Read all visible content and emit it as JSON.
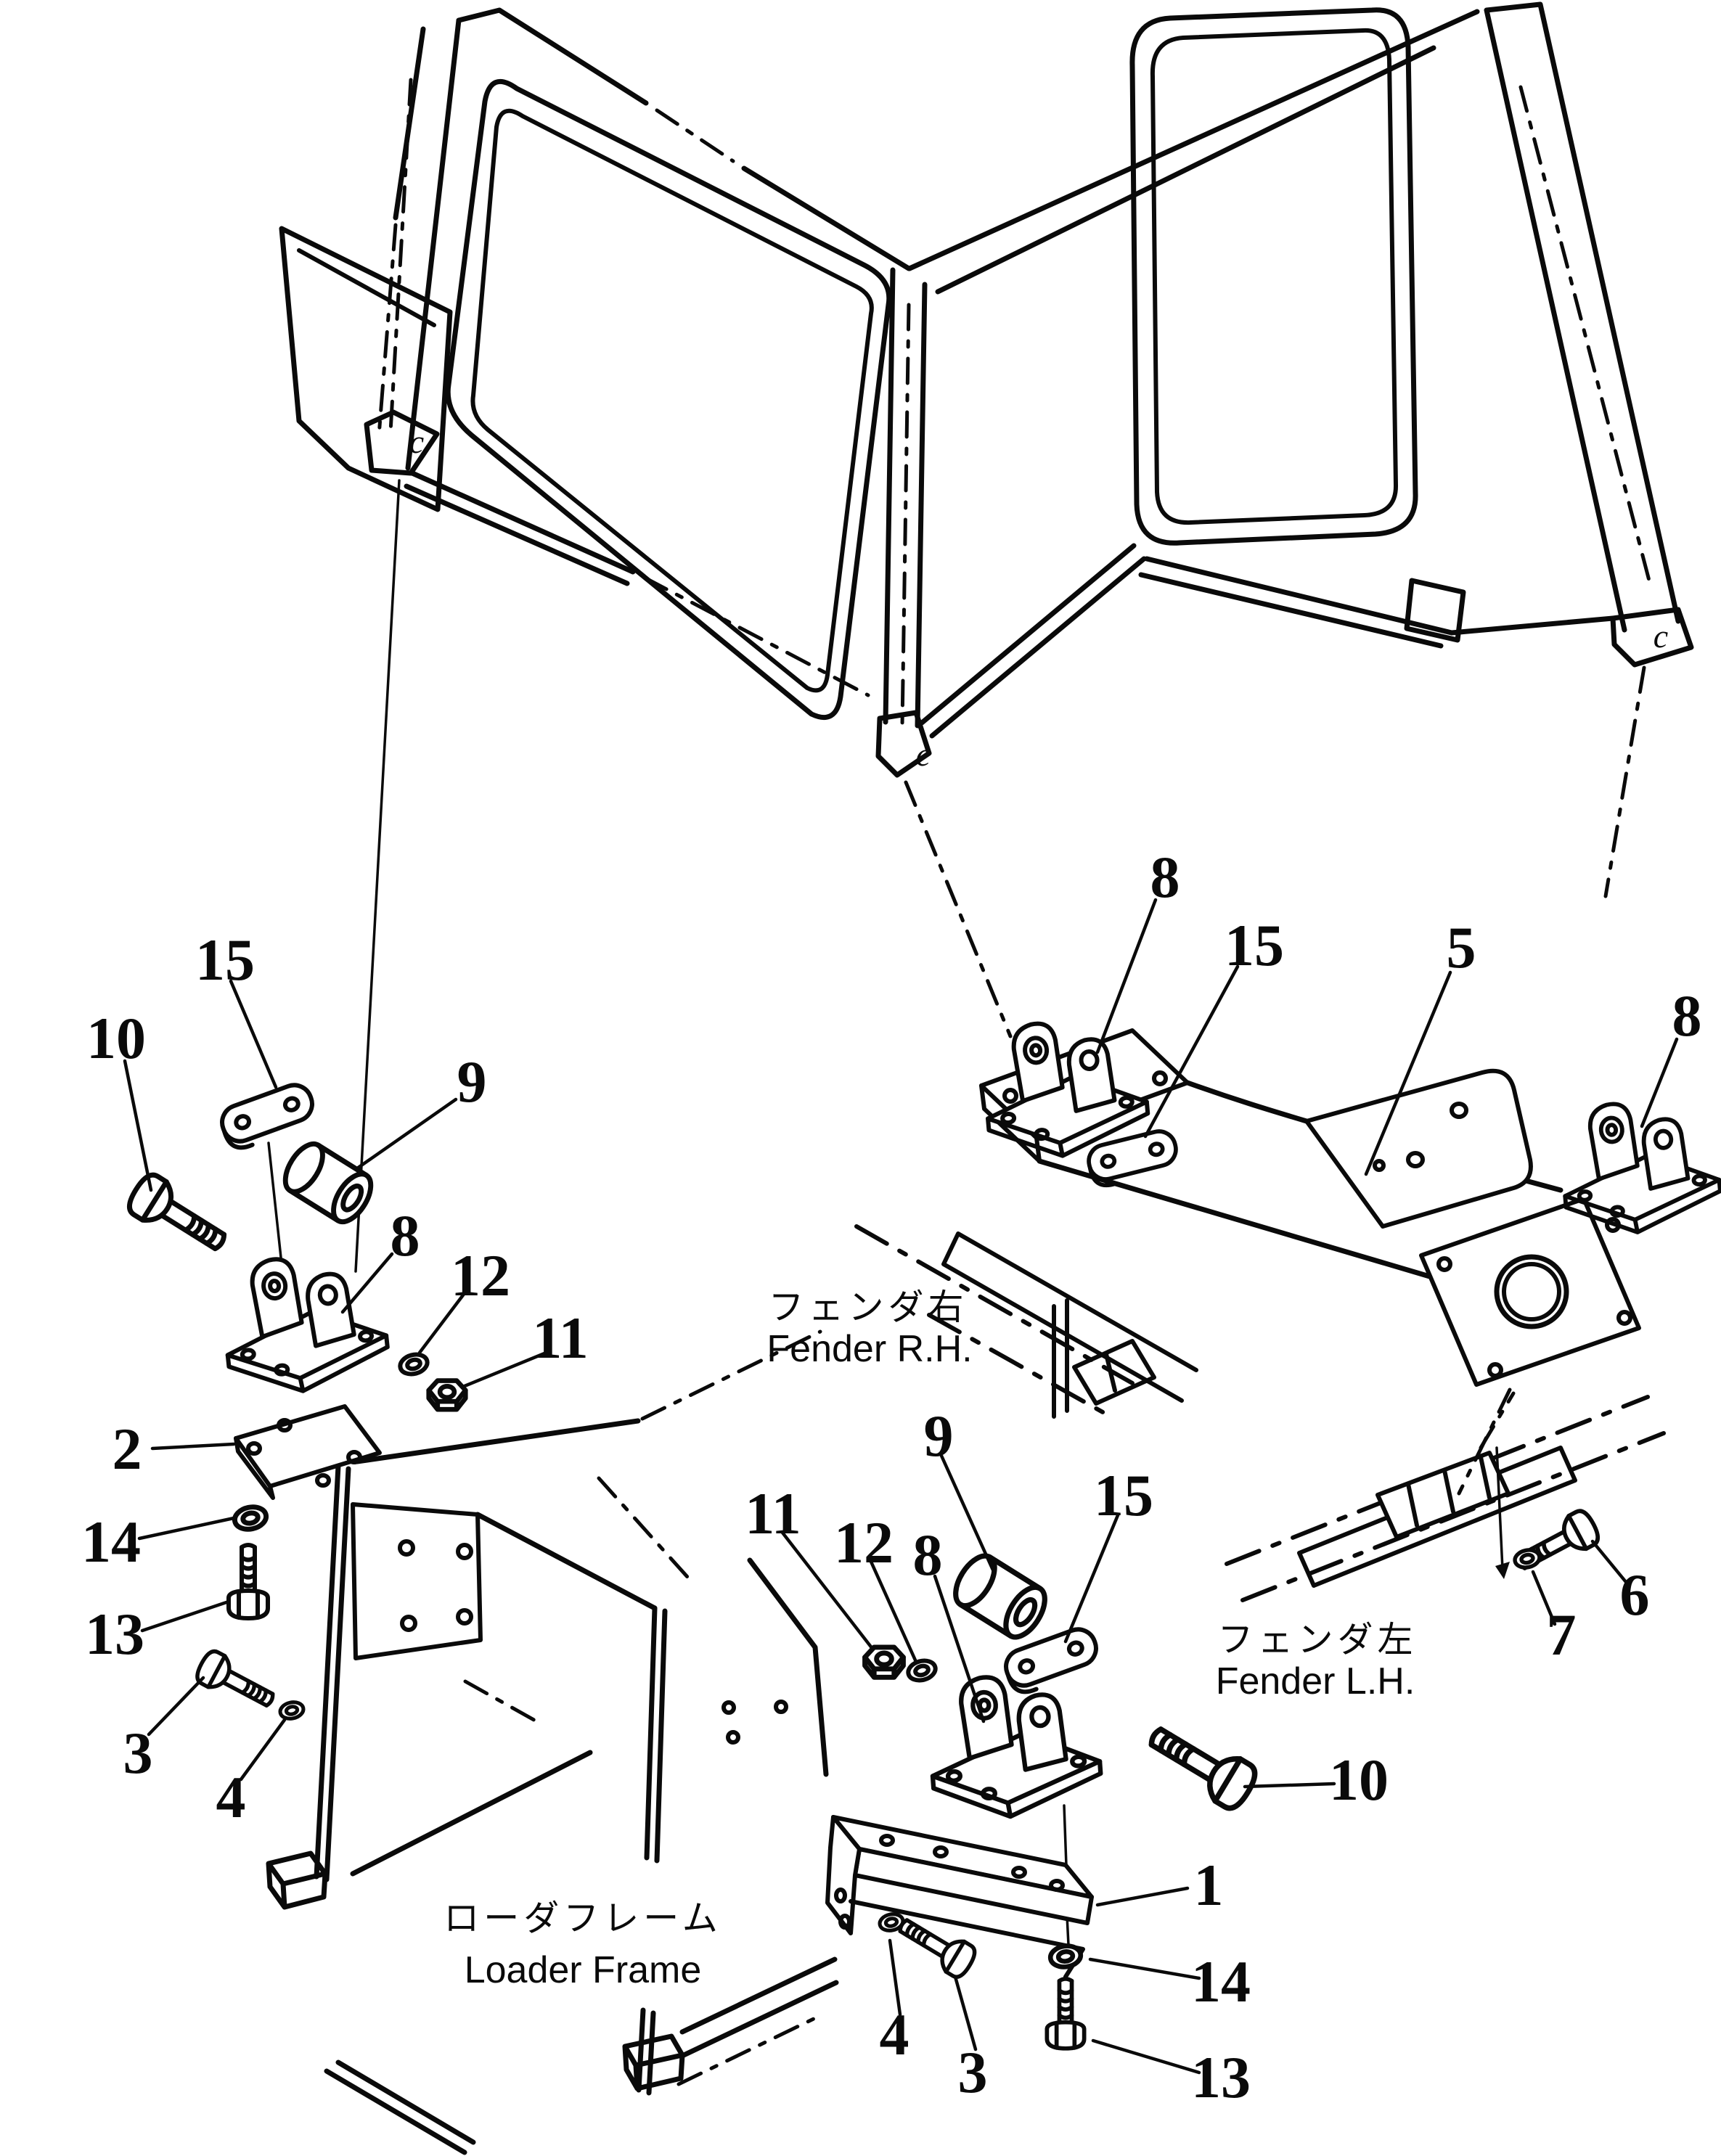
{
  "diagram": {
    "kind": "exploded-parts-line-drawing",
    "ink_color": "#0a0a0a",
    "paper_color": "#ffffff",
    "connector_mark": "c",
    "annotations": {
      "fender_rh": {
        "jp": "フェンダ右",
        "en": "Fender R.H."
      },
      "fender_lh": {
        "jp": "フェンダ左",
        "en": "Fender L.H."
      },
      "loader_frame": {
        "jp": "ローダフレーム",
        "en": "Loader Frame"
      }
    },
    "callouts": [
      {
        "text": "10",
        "part": "cab-mount-bolt-left"
      },
      {
        "text": "15",
        "part": "shim-plate-left"
      },
      {
        "text": "9",
        "part": "rubber-cushion-left"
      },
      {
        "text": "8",
        "part": "cab-mount-bracket-left"
      },
      {
        "text": "12",
        "part": "washer-left"
      },
      {
        "text": "11",
        "part": "nut-left"
      },
      {
        "text": "2",
        "part": "frame-bracket-left"
      },
      {
        "text": "14",
        "part": "spring-washer-left"
      },
      {
        "text": "13",
        "part": "bolt-left"
      },
      {
        "text": "3",
        "part": "bolt-lower-left"
      },
      {
        "text": "4",
        "part": "washer-lower-left"
      },
      {
        "text": "8",
        "part": "cab-mount-bracket-top"
      },
      {
        "text": "15",
        "part": "shim-plate-top"
      },
      {
        "text": "5",
        "part": "fender-cross-member"
      },
      {
        "text": "8",
        "part": "cab-mount-bracket-right"
      },
      {
        "text": "9",
        "part": "rubber-cushion-middle"
      },
      {
        "text": "11",
        "part": "nut-middle"
      },
      {
        "text": "12",
        "part": "washer-middle"
      },
      {
        "text": "8",
        "part": "cab-mount-bracket-middle"
      },
      {
        "text": "15",
        "part": "shim-plate-middle"
      },
      {
        "text": "10",
        "part": "cab-mount-bolt-right"
      },
      {
        "text": "1",
        "part": "frame-bracket-right"
      },
      {
        "text": "6",
        "part": "bolt-right"
      },
      {
        "text": "7",
        "part": "washer-right"
      },
      {
        "text": "14",
        "part": "spring-washer-bottom"
      },
      {
        "text": "13",
        "part": "bolt-bottom"
      },
      {
        "text": "4",
        "part": "washer-bottom"
      },
      {
        "text": "3",
        "part": "bolt-bottom-left"
      }
    ]
  }
}
